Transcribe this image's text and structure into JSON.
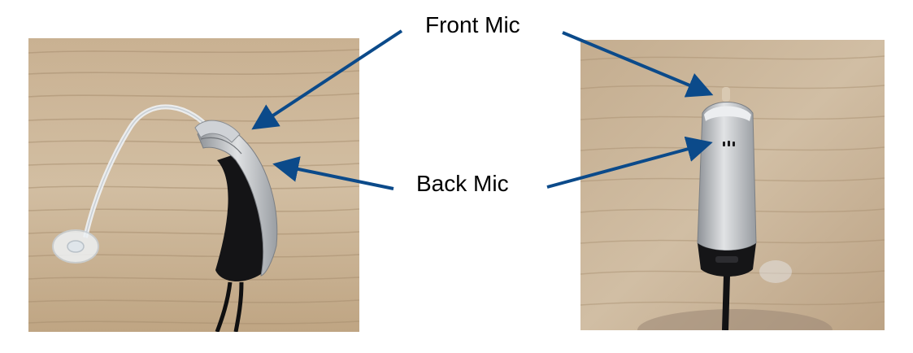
{
  "labels": {
    "front_mic": "Front Mic",
    "back_mic": "Back Mic"
  },
  "colors": {
    "arrow": "#0b4a8a",
    "wood_light": "#cdb79a",
    "wood_dark": "#a88f70",
    "device_silver": "#b9bcc0",
    "device_black": "#141416"
  },
  "photos": {
    "left_subject": "behind-the-ear hearing aid with clear tube and dome, side view",
    "right_subject": "behind-the-ear hearing aid, top view showing microphone ports"
  }
}
